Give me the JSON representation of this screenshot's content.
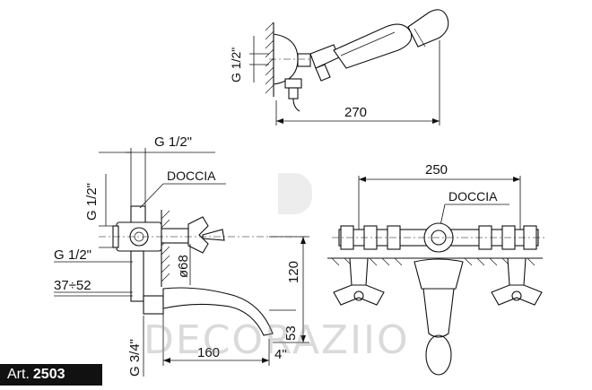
{
  "labels": {
    "shower_width": "270",
    "shower_thread": "G 1/2\"",
    "side_top_thread": "G 1/2\"",
    "side_vert_thread": "G 1/2\"",
    "side_left_thread": "G 1/2\"",
    "doccia_side": "DOCCIA",
    "diameter": "ø68",
    "height_120": "120",
    "range": "37÷52",
    "spout_thread": "G 3/4\"",
    "height_53": "53",
    "spout_length": "160",
    "spout_4": "4\"",
    "front_width": "250",
    "doccia_front": "DOCCIA"
  },
  "article": {
    "prefix": "Art.",
    "number": "2503"
  },
  "watermark": "DECORAZIIO"
}
